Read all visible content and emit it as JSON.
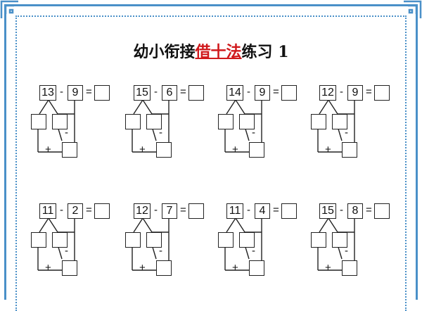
{
  "title": {
    "prefix": "幼小衔接",
    "highlight": "借十法",
    "suffix": "练习 1"
  },
  "operators": {
    "minus": "-",
    "equals": "=",
    "plus": "+"
  },
  "problems": [
    {
      "minuend": "13",
      "subtrahend": "9"
    },
    {
      "minuend": "15",
      "subtrahend": "6"
    },
    {
      "minuend": "14",
      "subtrahend": "9"
    },
    {
      "minuend": "12",
      "subtrahend": "9"
    },
    {
      "minuend": "11",
      "subtrahend": "2"
    },
    {
      "minuend": "12",
      "subtrahend": "7"
    },
    {
      "minuend": "11",
      "subtrahend": "4"
    },
    {
      "minuend": "15",
      "subtrahend": "8"
    }
  ],
  "colors": {
    "frame": "#4a90c8",
    "highlight": "#d0191c"
  }
}
